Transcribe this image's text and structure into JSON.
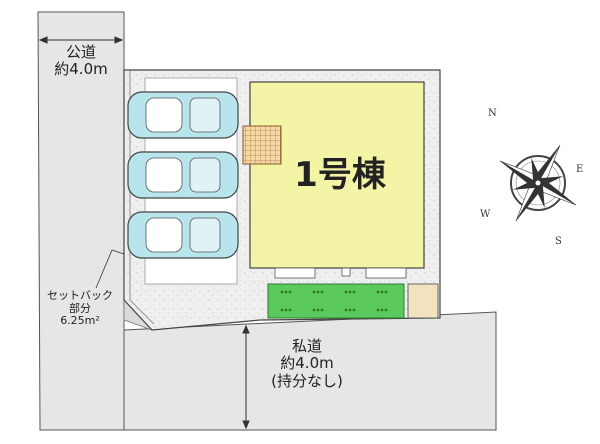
{
  "map": {
    "public_road": {
      "line1": "公道",
      "line2": "約4.0m"
    },
    "private_road": {
      "line1": "私道",
      "line2": "約4.0m",
      "line3": "(持分なし)"
    },
    "setback": {
      "line1": "セットバック",
      "line2": "部分",
      "line3": "6.25m²"
    },
    "building": {
      "label": "1号棟",
      "fill": "#f4f4a6"
    },
    "parking": {
      "spaces": 3,
      "car_color": "#b8e4ec"
    },
    "lot_color": "#efefef",
    "road_color": "#e6e6e6",
    "garden_color": "#5cc95c",
    "patio_color": "#f2e2bf",
    "compass": {
      "n": "N",
      "e": "E",
      "s": "S",
      "w": "W"
    }
  }
}
